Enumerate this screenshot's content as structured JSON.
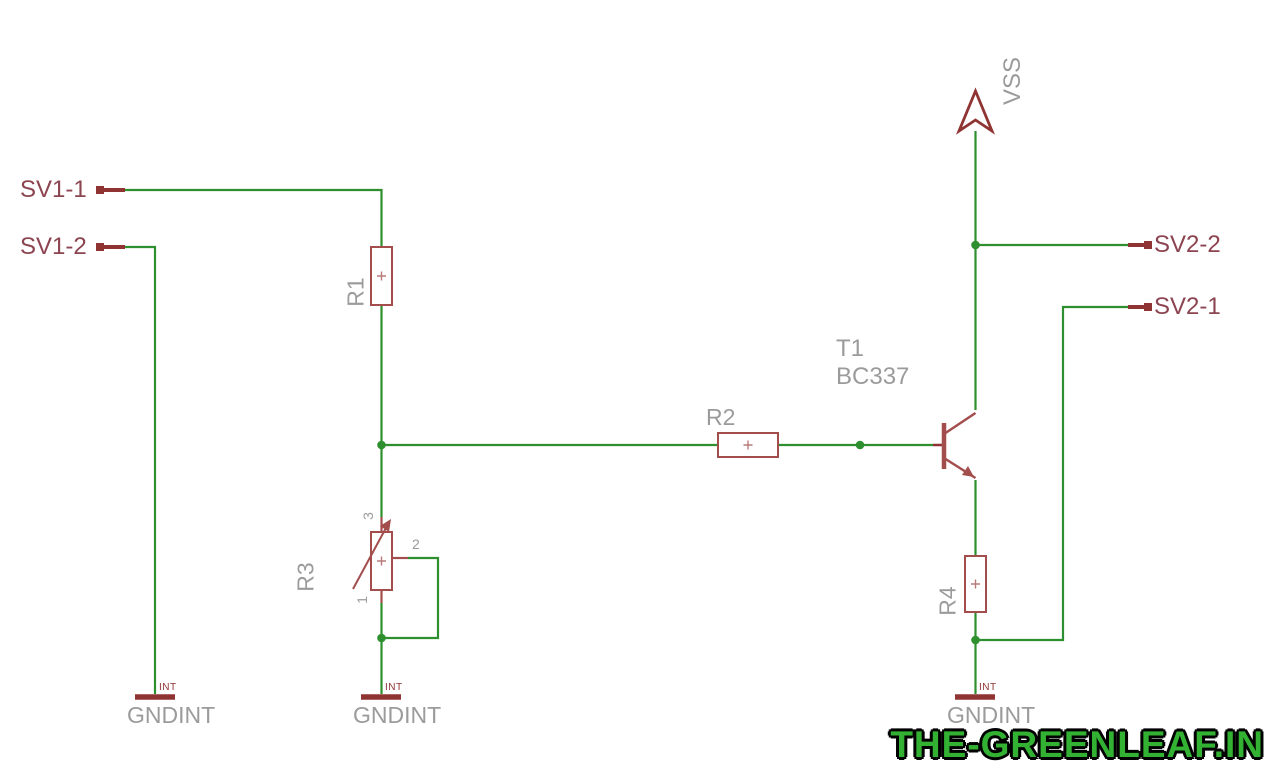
{
  "connectors": {
    "sv1_1": "SV1-1",
    "sv1_2": "SV1-2",
    "sv2_1": "SV2-1",
    "sv2_2": "SV2-2"
  },
  "power": {
    "vss_label": "VSS"
  },
  "ground": {
    "marker": "INT",
    "label": "GNDINT"
  },
  "components": {
    "r1": "R1",
    "r2": "R2",
    "r3": "R3",
    "r4": "R4",
    "t1": {
      "name": "T1",
      "value": "BC337"
    },
    "r3_pins": {
      "p1": "1",
      "p2": "2",
      "p3": "3"
    }
  },
  "watermark": "THE-GREENLEAF.IN",
  "colors": {
    "net_green": "#2d8f2d",
    "symbol_red": "#a34d4d",
    "pin_dark_red": "#8f3333",
    "label_gray": "#9b9b9b",
    "connector_maroon": "#8b4450",
    "watermark_green": "#33b133",
    "background": "#ffffff"
  }
}
